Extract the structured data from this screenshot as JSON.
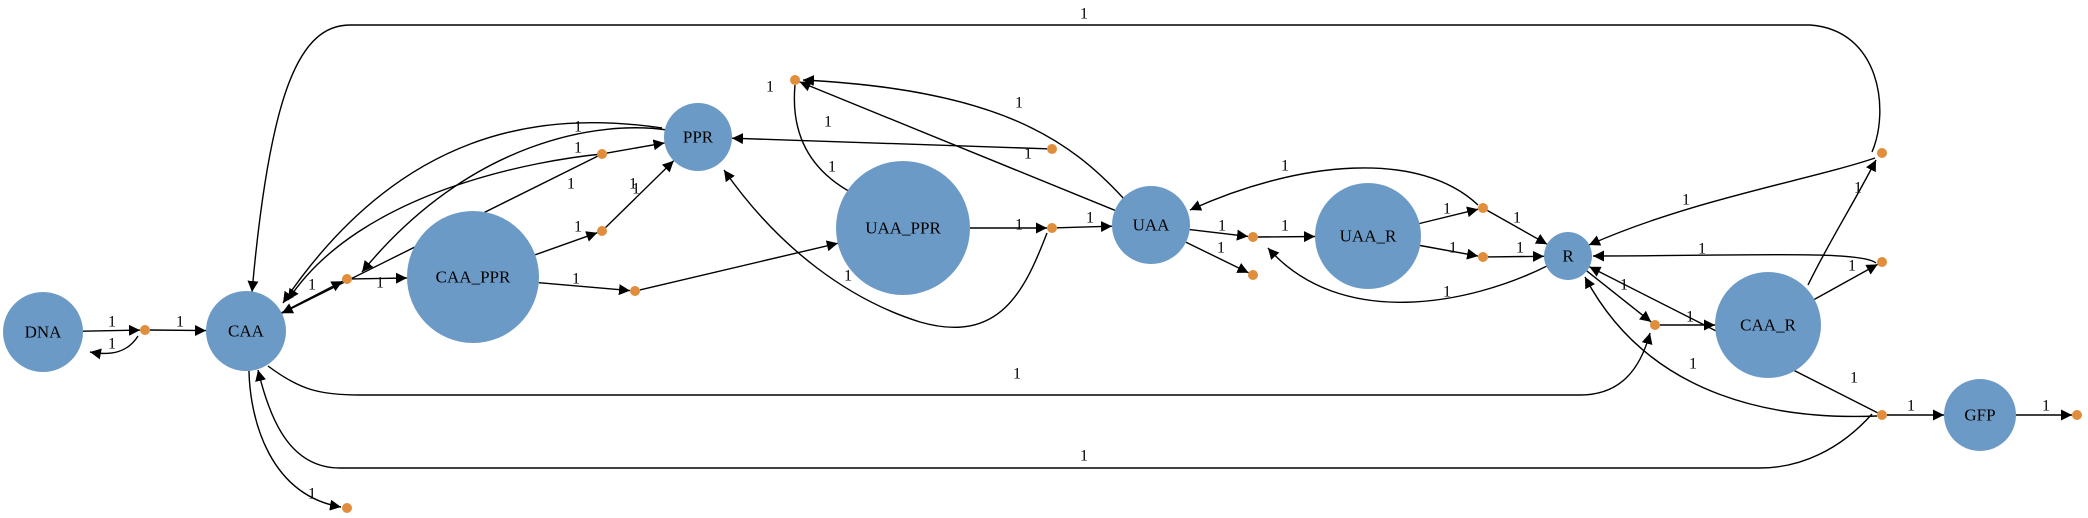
{
  "diagram": {
    "species": [
      {
        "id": "DNA",
        "label": "DNA"
      },
      {
        "id": "CAA",
        "label": "CAA"
      },
      {
        "id": "CAA_PPR",
        "label": "CAA_PPR"
      },
      {
        "id": "PPR",
        "label": "PPR"
      },
      {
        "id": "UAA_PPR",
        "label": "UAA_PPR"
      },
      {
        "id": "UAA",
        "label": "UAA"
      },
      {
        "id": "UAA_R",
        "label": "UAA_R"
      },
      {
        "id": "R",
        "label": "R"
      },
      {
        "id": "CAA_R",
        "label": "CAA_R"
      },
      {
        "id": "GFP",
        "label": "GFP"
      }
    ],
    "reactions": [
      "r1",
      "r2",
      "r3",
      "r4",
      "r5",
      "r6",
      "r7",
      "r8",
      "r9",
      "r10",
      "r11",
      "r12",
      "r13",
      "r14",
      "r15",
      "r16",
      "r17",
      "r18"
    ],
    "edges": [
      {
        "from": "DNA",
        "to": "r1",
        "weight": "1"
      },
      {
        "from": "r1",
        "to": "DNA",
        "weight": "1"
      },
      {
        "from": "r1",
        "to": "CAA",
        "weight": "1"
      },
      {
        "from": "CAA",
        "to": "r2",
        "weight": "1"
      },
      {
        "from": "PPR",
        "to": "r2",
        "weight": "1"
      },
      {
        "from": "r2",
        "to": "CAA_PPR",
        "weight": "1"
      },
      {
        "from": "CAA_PPR",
        "to": "r3",
        "weight": "1"
      },
      {
        "from": "r3",
        "to": "CAA",
        "weight": "1"
      },
      {
        "from": "r3",
        "to": "PPR",
        "weight": "1"
      },
      {
        "from": "CAA_PPR",
        "to": "r4",
        "weight": "1"
      },
      {
        "from": "r4",
        "to": "PPR",
        "weight": "1"
      },
      {
        "from": "CAA_PPR",
        "to": "r5",
        "weight": "1"
      },
      {
        "from": "r5",
        "to": "UAA_PPR",
        "weight": "1"
      },
      {
        "from": "PPR",
        "to": "r6",
        "weight": "1"
      },
      {
        "from": "UAA",
        "to": "r6",
        "weight": "1"
      },
      {
        "from": "r6",
        "to": "UAA_PPR",
        "weight": "1"
      },
      {
        "from": "UAA_PPR",
        "to": "r7",
        "weight": "1"
      },
      {
        "from": "r7",
        "to": "PPR",
        "weight": "1"
      },
      {
        "from": "UAA_PPR",
        "to": "r8",
        "weight": "1"
      },
      {
        "from": "r8",
        "to": "UAA",
        "weight": "1"
      },
      {
        "from": "r8",
        "to": "PPR",
        "weight": "1"
      },
      {
        "from": "UAA",
        "to": "r9",
        "weight": "1"
      },
      {
        "from": "R",
        "to": "r9",
        "weight": "1"
      },
      {
        "from": "r9",
        "to": "UAA_R",
        "weight": "1"
      },
      {
        "from": "UAA",
        "to": "r10",
        "weight": "1"
      },
      {
        "from": "UAA_R",
        "to": "r11",
        "weight": "1"
      },
      {
        "from": "r11",
        "to": "UAA",
        "weight": "1"
      },
      {
        "from": "r11",
        "to": "R",
        "weight": "1"
      },
      {
        "from": "UAA_R",
        "to": "r12",
        "weight": "1"
      },
      {
        "from": "r12",
        "to": "R",
        "weight": "1"
      },
      {
        "from": "CAA",
        "to": "r13",
        "weight": "1"
      },
      {
        "from": "R",
        "to": "r13",
        "weight": "1"
      },
      {
        "from": "r13",
        "to": "CAA_R",
        "weight": "1"
      },
      {
        "from": "CAA_R",
        "to": "r14",
        "weight": "1"
      },
      {
        "from": "r14",
        "to": "CAA",
        "weight": "1"
      },
      {
        "from": "r14",
        "to": "R",
        "weight": "1"
      },
      {
        "from": "CAA_R",
        "to": "r15",
        "weight": "1"
      },
      {
        "from": "r15",
        "to": "R",
        "weight": "1"
      },
      {
        "from": "CAA_R",
        "to": "r16",
        "weight": "1"
      },
      {
        "from": "r16",
        "to": "CAA",
        "weight": "1"
      },
      {
        "from": "r16",
        "to": "R",
        "weight": "1"
      },
      {
        "from": "r16",
        "to": "GFP",
        "weight": "1"
      },
      {
        "from": "GFP",
        "to": "r17",
        "weight": "1"
      },
      {
        "from": "CAA",
        "to": "r18",
        "weight": "1"
      }
    ],
    "colors": {
      "species": "#6c9ac6",
      "reaction": "#e08d3c",
      "edge": "#000000"
    }
  }
}
